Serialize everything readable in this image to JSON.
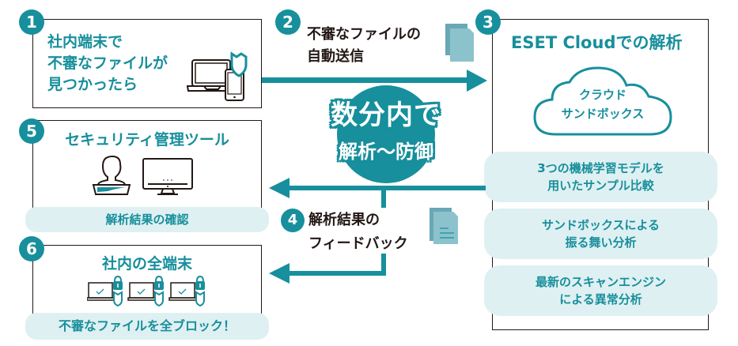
{
  "colors": {
    "accent": "#178f9c",
    "pill_bg": "#dff0f2",
    "outline": "#231815",
    "doc_dark": "#6aa8b5",
    "doc_light": "#8cc2cc"
  },
  "steps": {
    "step1": {
      "number": "1",
      "line1": "社内端末で",
      "line2": "不審なファイルが",
      "line3": "見つかったら",
      "icon": "laptop-phone-shield-icon"
    },
    "step2": {
      "number": "2",
      "line1": "不審なファイルの",
      "line2": "自動送信",
      "icon": "documents-icon"
    },
    "step3": {
      "number": "3",
      "title": "ESET Cloudでの解析",
      "cloud_line1": "クラウド",
      "cloud_line2": "サンドボックス",
      "pills": [
        {
          "line1": "3つの機械学習モデルを",
          "line2": "用いたサンプル比較"
        },
        {
          "line1": "サンドボックスによる",
          "line2": "振る舞い分析"
        },
        {
          "line1": "最新のスキャンエンジン",
          "line2": "による異常分析"
        }
      ]
    },
    "step4": {
      "number": "4",
      "line1": "解析結果の",
      "line2": "フィードバック",
      "icon": "report-document-icon"
    },
    "step5": {
      "number": "5",
      "title": "セキュリティ管理ツール",
      "pill": "解析結果の確認",
      "icons": [
        "admin-user-laptop-icon",
        "monitor-icon"
      ]
    },
    "step6": {
      "number": "6",
      "title": "社内の全端末",
      "pill": "不審なファイルを全ブロック！",
      "icon": "protected-laptops-icon"
    }
  },
  "badge": {
    "line1": "数分内で",
    "line2": "解析～防御"
  }
}
